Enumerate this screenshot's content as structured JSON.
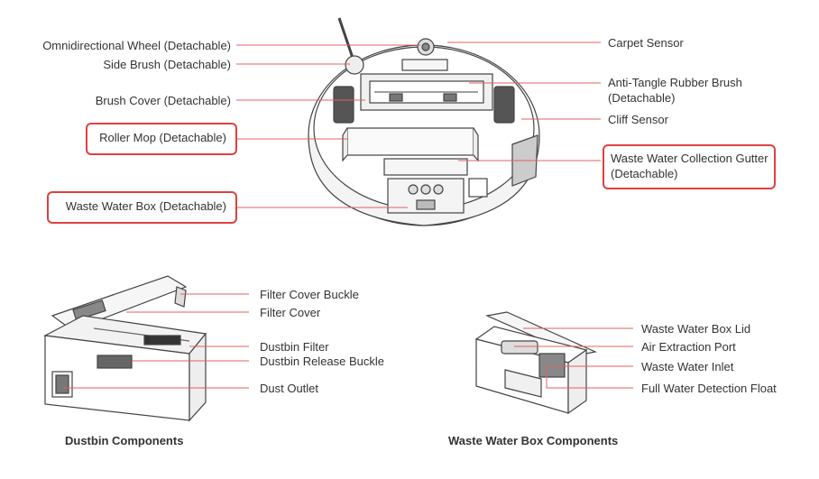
{
  "robot": {
    "left_labels": [
      "Omnidirectional Wheel (Detachable)",
      "Side Brush (Detachable)",
      "Brush Cover (Detachable)",
      "Roller Mop (Detachable)",
      "Waste Water Box (Detachable)"
    ],
    "right_labels": [
      "Carpet Sensor",
      "Anti-Tangle Rubber Brush",
      "(Detachable)",
      "Cliff Sensor",
      "Waste Water Collection Gutter",
      "(Detachable)"
    ]
  },
  "dustbin": {
    "labels": [
      "Filter Cover Buckle",
      "Filter Cover",
      "Dustbin Filter",
      "Dustbin Release Buckle",
      "Dust Outlet"
    ],
    "caption": "Dustbin Components"
  },
  "wastebox": {
    "labels": [
      "Waste Water Box Lid",
      "Air Extraction Port",
      "Waste Water Inlet",
      "Full Water Detection Float"
    ],
    "caption": "Waste Water Box Components"
  },
  "colors": {
    "leader": "#e06060",
    "highlight": "#e04040",
    "drawing": "#444444"
  }
}
